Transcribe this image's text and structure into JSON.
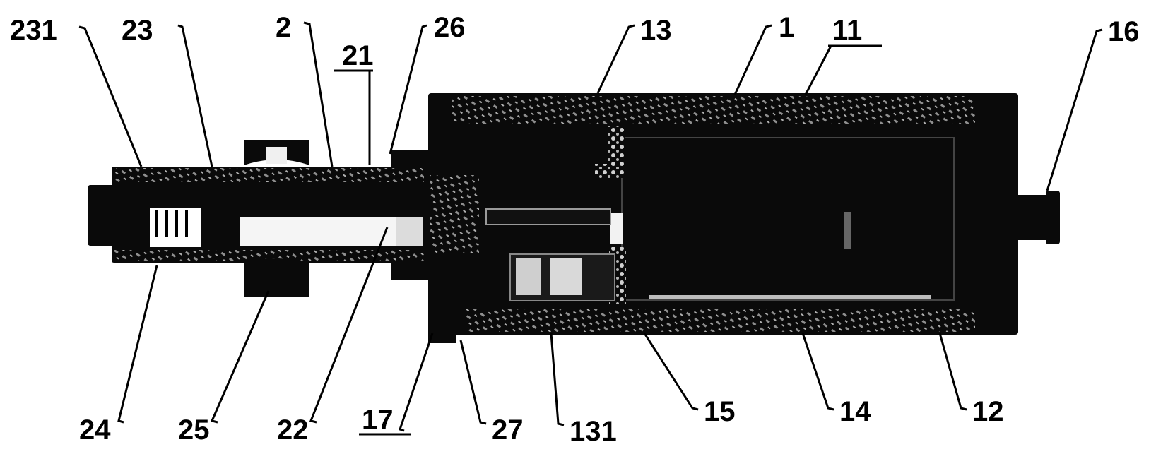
{
  "colors": {
    "ink": "#000000",
    "hatch": "#9a9a9a",
    "highlight": "#e8e8e8"
  },
  "labels": {
    "l231": "231",
    "l23": "23",
    "l2": "2",
    "l21": "21",
    "l26": "26",
    "l13": "13",
    "l1": "1",
    "l11": "11",
    "l16": "16",
    "l24": "24",
    "l25": "25",
    "l22": "22",
    "l17": "17",
    "l27": "27",
    "l131": "131",
    "l15": "15",
    "l14": "14",
    "l12": "12"
  }
}
